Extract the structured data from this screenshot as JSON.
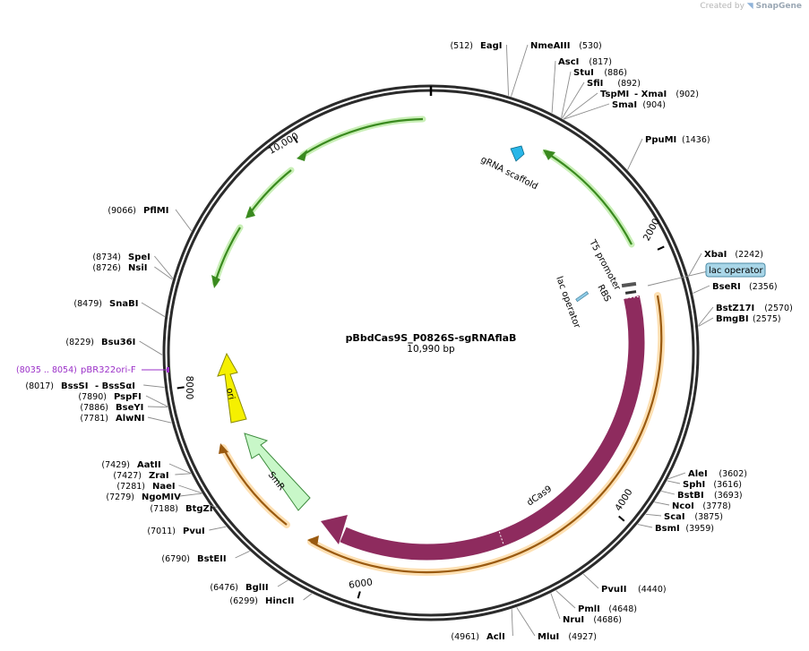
{
  "credit": {
    "prefix": "Created by",
    "brand": "SnapGene"
  },
  "plasmid": {
    "name": "pBbdCas9S_P0826S-sgRNAflaB",
    "length_label": "10,990 bp",
    "total_bp": 10990
  },
  "ticks": [
    {
      "bp": 2000,
      "label": "2000"
    },
    {
      "bp": 4000,
      "label": "4000"
    },
    {
      "bp": 6000,
      "label": "6000"
    },
    {
      "bp": 8000,
      "label": "8000"
    },
    {
      "bp": 10000,
      "label": "10,000"
    }
  ],
  "sites": [
    {
      "id": "eagi",
      "name": "EagI",
      "pos": "(512)",
      "bp": 512
    },
    {
      "id": "nmeaiii",
      "name": "NmeAIII",
      "pos": "(530)",
      "bp": 530
    },
    {
      "id": "asci",
      "name": "AscI",
      "pos": "(817)",
      "bp": 817
    },
    {
      "id": "stui",
      "name": "StuI",
      "pos": "(886)",
      "bp": 886
    },
    {
      "id": "sfii",
      "name": "SfiI",
      "pos": "(892)",
      "bp": 892
    },
    {
      "id": "tspmi",
      "name": "TspMI",
      "name2": "- XmaI",
      "pos": "(902)",
      "bp": 902
    },
    {
      "id": "smai",
      "name": "SmaI",
      "pos": "(904)",
      "bp": 904
    },
    {
      "id": "ppumi",
      "name": "PpuMI",
      "pos": "(1436)",
      "bp": 1436
    },
    {
      "id": "xbai",
      "name": "XbaI",
      "pos": "(2242)",
      "bp": 2242
    },
    {
      "id": "bseri",
      "name": "BseRI",
      "pos": "(2356)",
      "bp": 2356
    },
    {
      "id": "bstz17i",
      "name": "BstZ17I",
      "pos": "(2570)",
      "bp": 2570
    },
    {
      "id": "bmgbi",
      "name": "BmgBI",
      "pos": "(2575)",
      "bp": 2575
    },
    {
      "id": "alei",
      "name": "AleI",
      "pos": "(3602)",
      "bp": 3602
    },
    {
      "id": "sphi",
      "name": "SphI",
      "pos": "(3616)",
      "bp": 3616
    },
    {
      "id": "bstbi",
      "name": "BstBI",
      "pos": "(3693)",
      "bp": 3693
    },
    {
      "id": "ncoi",
      "name": "NcoI",
      "pos": "(3778)",
      "bp": 3778
    },
    {
      "id": "scai",
      "name": "ScaI",
      "pos": "(3875)",
      "bp": 3875
    },
    {
      "id": "bsmi",
      "name": "BsmI",
      "pos": "(3959)",
      "bp": 3959
    },
    {
      "id": "pvuii",
      "name": "PvuII",
      "pos": "(4440)",
      "bp": 4440
    },
    {
      "id": "pmli",
      "name": "PmlI",
      "pos": "(4648)",
      "bp": 4648
    },
    {
      "id": "nrui",
      "name": "NruI",
      "pos": "(4686)",
      "bp": 4686
    },
    {
      "id": "mlui",
      "name": "MluI",
      "pos": "(4927)",
      "bp": 4927
    },
    {
      "id": "acli",
      "name": "AclI",
      "pos": "(4961)",
      "bp": 4961
    },
    {
      "id": "hincii",
      "name": "HincII",
      "pos": "(6299)",
      "bp": 6299
    },
    {
      "id": "bglii",
      "name": "BglII",
      "pos": "(6476)",
      "bp": 6476
    },
    {
      "id": "bsteii",
      "name": "BstEII",
      "pos": "(6790)",
      "bp": 6790
    },
    {
      "id": "pvui",
      "name": "PvuI",
      "pos": "(7011)",
      "bp": 7011
    },
    {
      "id": "btgzi",
      "name": "BtgZI",
      "pos": "(7188)",
      "bp": 7188
    },
    {
      "id": "ngomiv",
      "name": "NgoMIV",
      "pos": "(7279)",
      "bp": 7279
    },
    {
      "id": "naei",
      "name": "NaeI",
      "pos": "(7281)",
      "bp": 7281
    },
    {
      "id": "zrai",
      "name": "ZraI",
      "pos": "(7427)",
      "bp": 7427
    },
    {
      "id": "aatii",
      "name": "AatII",
      "pos": "(7429)",
      "bp": 7429
    },
    {
      "id": "alwni",
      "name": "AlwNI",
      "pos": "(7781)",
      "bp": 7781
    },
    {
      "id": "bseyi",
      "name": "BseYI",
      "pos": "(7886)",
      "bp": 7886
    },
    {
      "id": "pspfi",
      "name": "PspFI",
      "pos": "(7890)",
      "bp": 7890
    },
    {
      "id": "bsssi",
      "name": "BssSI",
      "name2": "- BssSαI",
      "pos": "(8017)",
      "bp": 8017
    },
    {
      "id": "bsu36i",
      "name": "Bsu36I",
      "pos": "(8229)",
      "bp": 8229
    },
    {
      "id": "snabi",
      "name": "SnaBI",
      "pos": "(8479)",
      "bp": 8479
    },
    {
      "id": "nsii",
      "name": "NsiI",
      "pos": "(8726)",
      "bp": 8726
    },
    {
      "id": "spei",
      "name": "SpeI",
      "pos": "(8734)",
      "bp": 8734
    },
    {
      "id": "pflmi",
      "name": "PflMI",
      "pos": "(9066)",
      "bp": 9066
    }
  ],
  "primer": {
    "name": "pBR322ori-F",
    "pos": "(8035 .. 8054)",
    "color": "#9b30c8"
  },
  "features": {
    "grna_scaffold": {
      "label": "gRNA scaffold",
      "color": "#29b6e8"
    },
    "t5_promoter": {
      "label": "T5 promoter"
    },
    "rbs": {
      "label": "RBS"
    },
    "lac_operator_inner": {
      "label": "lac operator",
      "color": "#8ecae6"
    },
    "lac_operator_outer": {
      "label": "lac operator",
      "color": "#8ecae6"
    },
    "dcas9": {
      "label": "dCas9",
      "color": "#8e2b5e"
    },
    "smr": {
      "label": "SmR",
      "color": "#c8f7c8"
    },
    "ori": {
      "label": "ori",
      "color": "#f5f000"
    },
    "green_arrows_color": "#4caf2e",
    "orange_arrows_color": "#f0a030"
  }
}
